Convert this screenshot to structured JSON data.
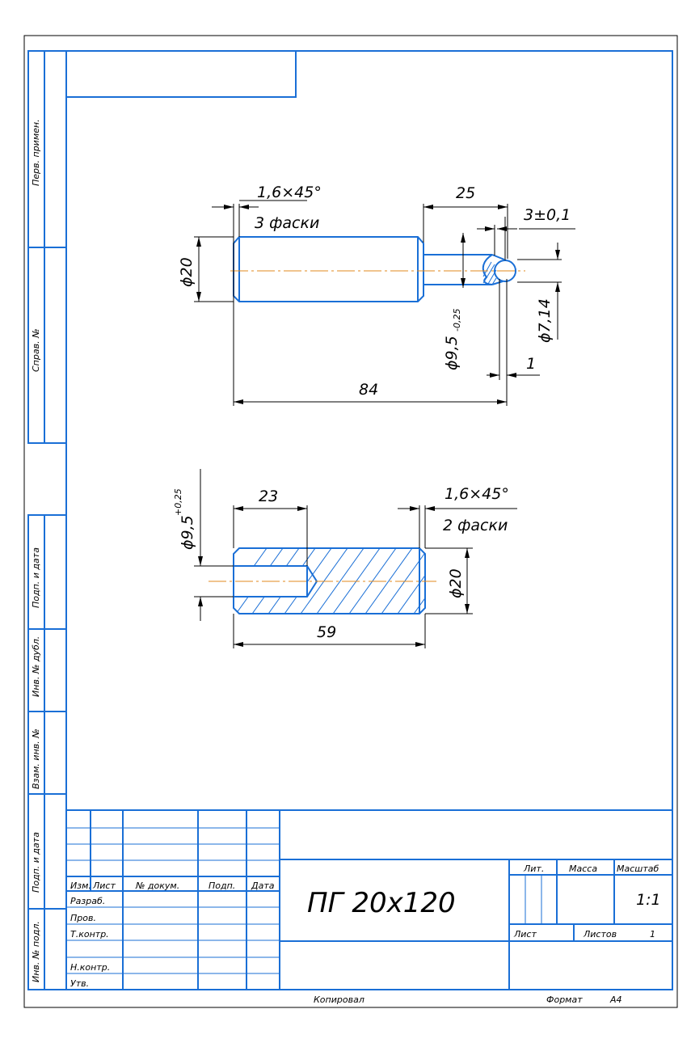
{
  "sideStrip": {
    "perv_primen": "Перв. примен.",
    "sprav_no": "Справ. №",
    "podp_data_1": "Подп. и дата",
    "inv_dubl": "Инв. № дубл.",
    "vzam_inv": "Взам. инв. №",
    "podp_data_2": "Подп. и дата",
    "inv_podl": "Инв. № подл."
  },
  "part1": {
    "chamfer": "1,6×45°",
    "chamfer_note": "3 фаски",
    "dia_main": "ϕ20",
    "len_total": "84",
    "len_pin": "25",
    "groove": "3±0,1",
    "dia_pin": "ϕ9,5",
    "dia_pin_tol": "-0,25",
    "dia_ball": "ϕ7,14",
    "offset": "1"
  },
  "part2": {
    "bore_dia": "ϕ9,5",
    "bore_tol": "+0,25",
    "bore_depth": "23",
    "chamfer": "1,6×45°",
    "chamfer_note": "2 фаски",
    "dia_main": "ϕ20",
    "length": "59"
  },
  "titleBlock": {
    "izm": "Изм.",
    "list": "Лист",
    "doc_no": "№ докум.",
    "podp": "Подп.",
    "data": "Дата",
    "razrab": "Разраб.",
    "prov": "Пров.",
    "tkontr": "Т.контр.",
    "nkontr": "Н.контр.",
    "utv": "Утв.",
    "designation": "ПГ 20х120",
    "lit": "Лит.",
    "massa": "Масса",
    "masshtab": "Масштаб",
    "scale": "1:1",
    "sheet_label": "Лист",
    "sheets_label": "Листов",
    "sheets_count": "1"
  },
  "footer": {
    "kopiroval": "Копировал",
    "format_label": "Формат",
    "format_value": "А4"
  }
}
